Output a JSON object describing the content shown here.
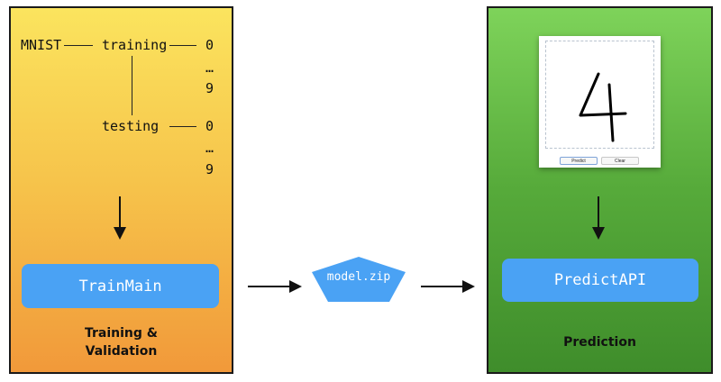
{
  "training_panel": {
    "mnist": "MNIST",
    "training": "training",
    "testing": "testing",
    "train_digits": [
      "0",
      "…",
      "9"
    ],
    "test_digits": [
      "0",
      "…",
      "9"
    ],
    "train_main": "TrainMain",
    "caption_line1": "Training &",
    "caption_line2": "Validation",
    "gradient": [
      "#fbe45e",
      "#f1993a"
    ]
  },
  "model": {
    "label": "model.zip",
    "color": "#4aa2f4"
  },
  "prediction_panel": {
    "app": {
      "digit": "4",
      "predict_button": "Predict",
      "clear_button": "Clear"
    },
    "predict_api": "PredictAPI",
    "caption": "Prediction",
    "gradient": [
      "#7ed35a",
      "#3f8d2b"
    ]
  },
  "colors": {
    "accent_blue": "#4aa2f4",
    "border": "#1a1a1a"
  }
}
